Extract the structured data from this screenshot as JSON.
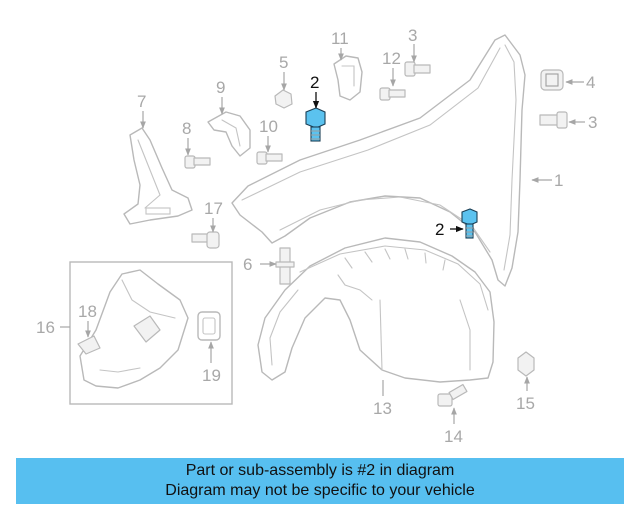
{
  "callouts": {
    "c1": "1",
    "c2a": "2",
    "c2b": "2",
    "c3a": "3",
    "c3b": "3",
    "c4": "4",
    "c5": "5",
    "c6": "6",
    "c7": "7",
    "c8": "8",
    "c9": "9",
    "c10": "10",
    "c11": "11",
    "c12": "12",
    "c13": "13",
    "c14": "14",
    "c15": "15",
    "c16": "16",
    "c17": "17",
    "c18": "18",
    "c19": "19"
  },
  "colors": {
    "highlight": "#5bc2ef",
    "banner": "#57bff0",
    "linework": "#b9b9b9"
  },
  "banner": {
    "line1": "Part or sub-assembly is #2 in diagram",
    "line2": "Diagram may not be specific to your vehicle"
  }
}
